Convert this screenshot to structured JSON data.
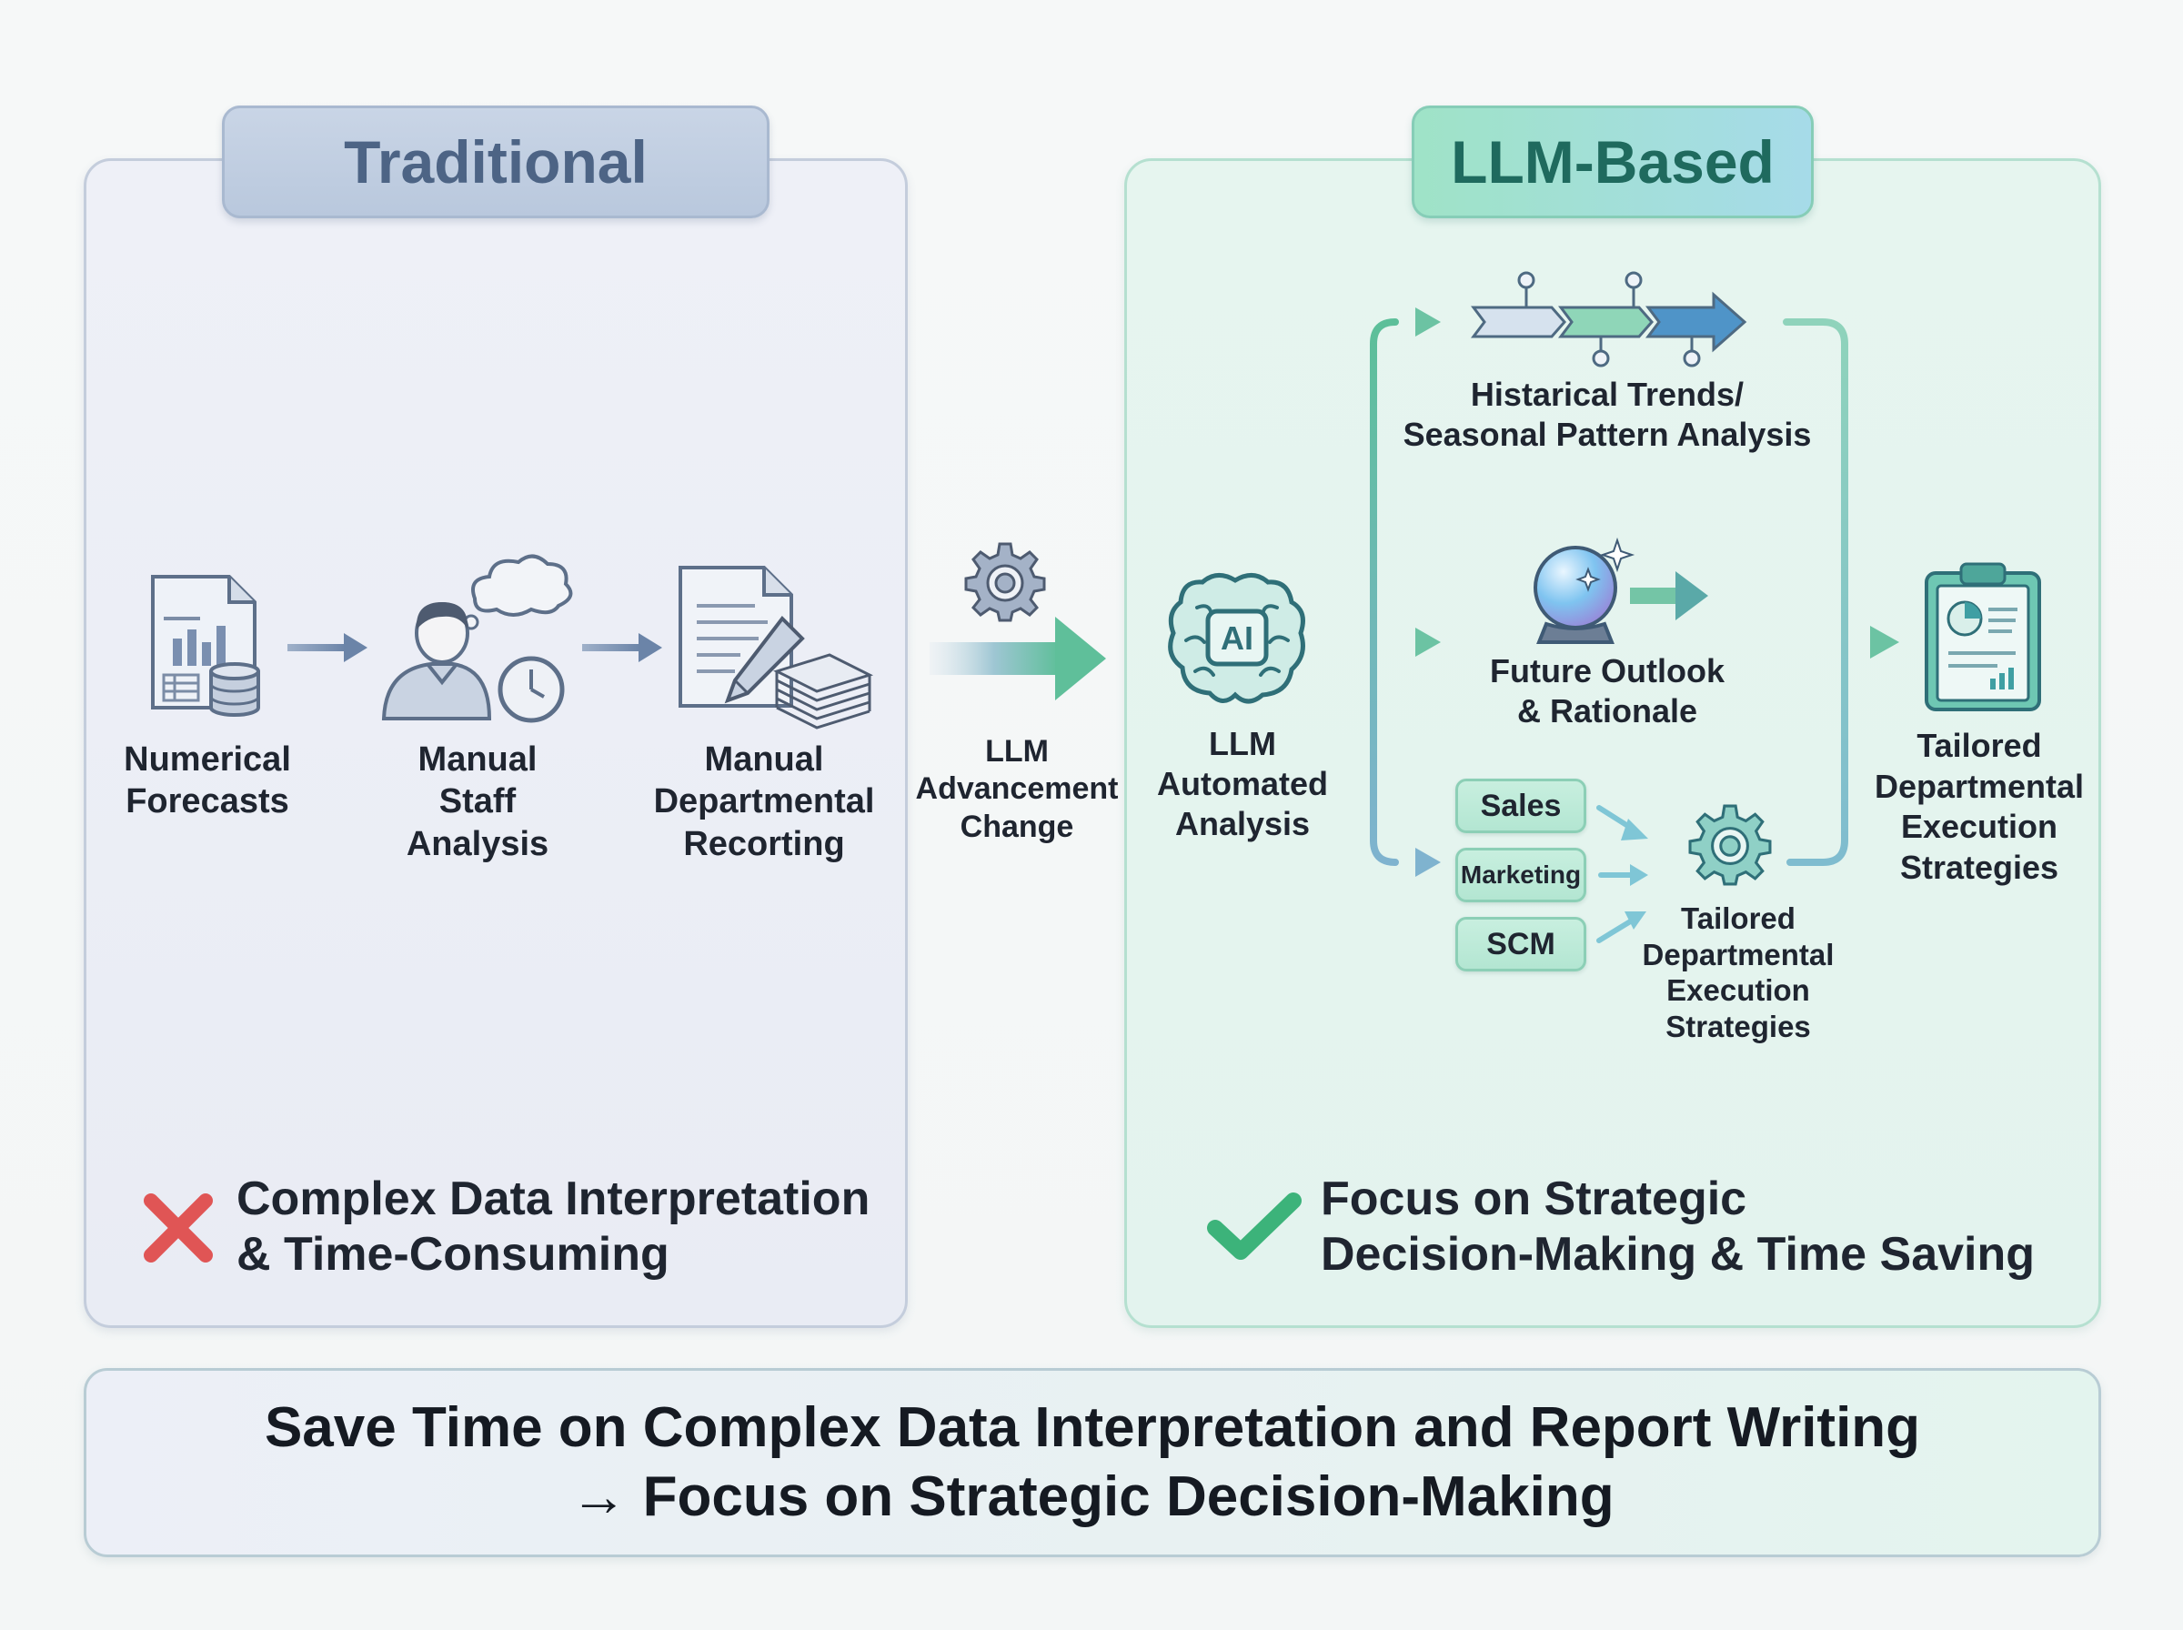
{
  "traditional": {
    "title": "Traditional",
    "steps": [
      {
        "label": "Numerical\nForecasts",
        "icon": "spreadsheet-database-icon"
      },
      {
        "label": "Manual\nStaff\nAnalysis",
        "icon": "person-thinking-clock-icon"
      },
      {
        "label": "Manual\nDepartmental\nRecorting",
        "icon": "document-pen-stack-icon"
      }
    ],
    "conclusion": "Complex Data Interpretation\n& Time-Consuming",
    "conclusion_icon": "cross-icon"
  },
  "transition": {
    "label": "LLM\nAdvancement\nChange",
    "icon": "gear-icon"
  },
  "llm": {
    "title": "LLM-Based",
    "core": {
      "label": "LLM\nAutomated\nAnalysis",
      "icon": "ai-brain-icon",
      "icon_text": "AI"
    },
    "branches": {
      "trends": "Histarical Trends/\nSeasonal Pattern Analysis",
      "outlook": "Future Outlook\n& Rationale",
      "departments": [
        "Sales",
        "Marketing",
        "SCM"
      ],
      "dept_strategies": "Tailored\nDepartmental\nExecution\nStrategies"
    },
    "output": {
      "label": "Tailored\nDepartmental\nExecution\nStrategies",
      "icon": "clipboard-report-icon"
    },
    "conclusion": "Focus on Strategic\nDecision-Making & Time Saving",
    "conclusion_icon": "checkmark-icon"
  },
  "banner": {
    "line1": "Save Time on Complex Data Interpretation and Report Writing",
    "line2": "→ Focus on Strategic Decision-Making"
  },
  "colors": {
    "traditional_accent": "#4d6485",
    "llm_accent": "#1f6a5e",
    "cross": "#e05555",
    "check": "#3cb37a"
  }
}
